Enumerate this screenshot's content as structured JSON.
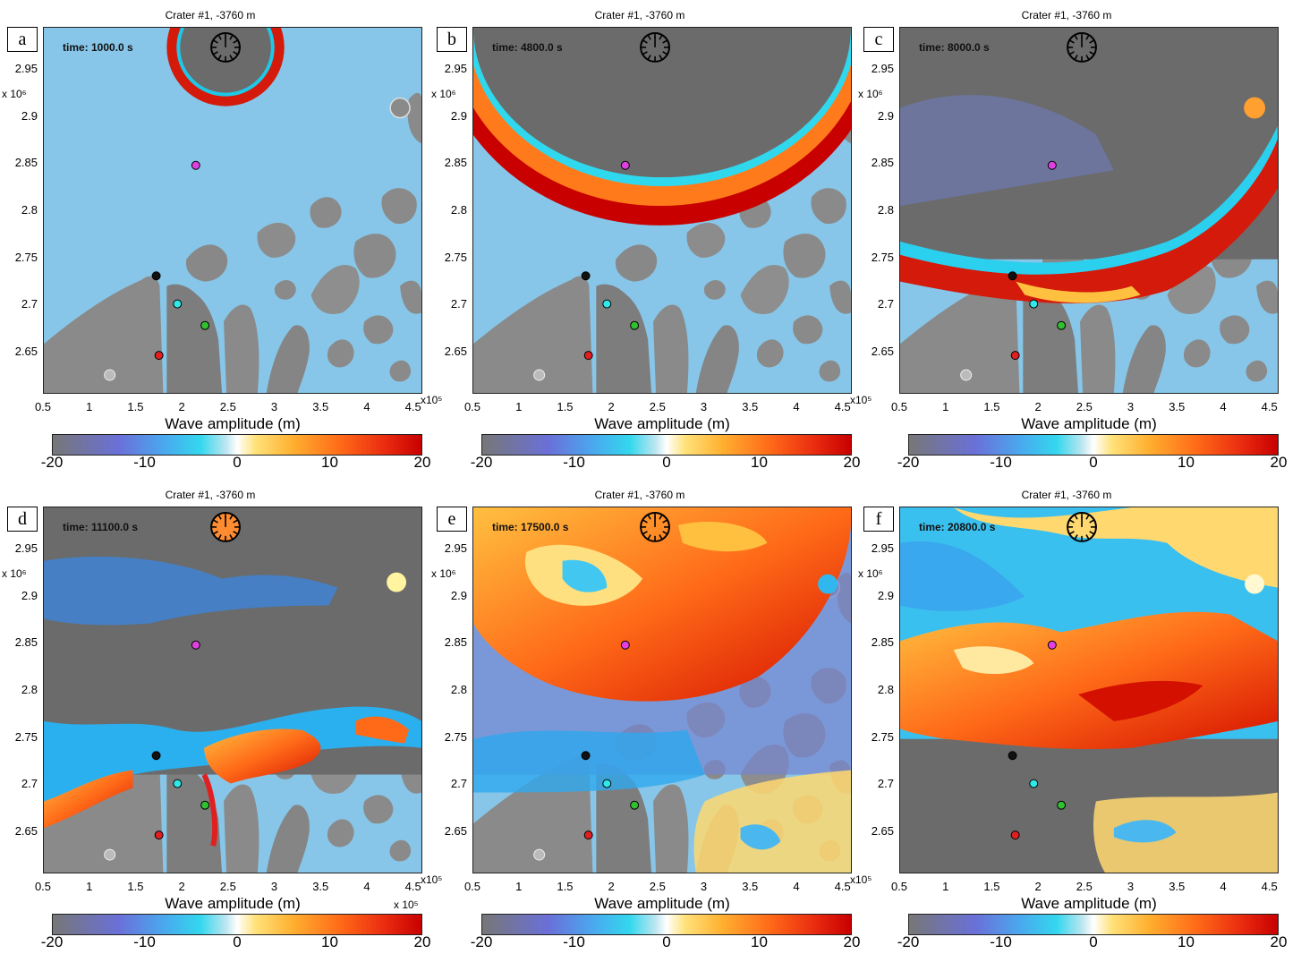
{
  "title": "Crater #1, -3760 m",
  "panels": [
    {
      "letter": "a",
      "time": "time:  1000.0 s",
      "phase": 0
    },
    {
      "letter": "b",
      "time": "time:  4800.0 s",
      "phase": 1
    },
    {
      "letter": "c",
      "time": "time:  8000.0 s",
      "phase": 2
    },
    {
      "letter": "d",
      "time": "time:  11100.0 s",
      "phase": 3
    },
    {
      "letter": "e",
      "time": "time:  17500.0 s",
      "phase": 4
    },
    {
      "letter": "f",
      "time": "time:  20800.0 s",
      "phase": 5
    }
  ],
  "y_ticks": [
    "2.95",
    "2.9",
    "2.85",
    "2.8",
    "2.75",
    "2.7",
    "2.65"
  ],
  "y_exponent": "x 10⁶",
  "x_ticks": [
    "0.5",
    "1",
    "1.5",
    "2",
    "2.5",
    "3",
    "3.5",
    "4",
    "4.5"
  ],
  "x_exponent": "x10⁵",
  "x_exponent_below": "x 10⁵",
  "x_label": "Wave amplitude (m)",
  "colorbar_ticks": [
    "-20",
    "-10",
    "0",
    "10",
    "20"
  ],
  "colors": {
    "water": "#87c6e8",
    "land": "#8a8a8a",
    "deep_gray": "#6b6b6b"
  },
  "markers": [
    {
      "name": "pink",
      "color": "#e040e0",
      "x": 2.15,
      "y": 2.848
    },
    {
      "name": "black",
      "color": "#111111",
      "x": 1.72,
      "y": 2.73
    },
    {
      "name": "cyan",
      "color": "#30e8e8",
      "x": 1.95,
      "y": 2.7
    },
    {
      "name": "green",
      "color": "#30c030",
      "x": 2.25,
      "y": 2.677
    },
    {
      "name": "red",
      "color": "#e02020",
      "x": 1.75,
      "y": 2.645
    }
  ]
}
